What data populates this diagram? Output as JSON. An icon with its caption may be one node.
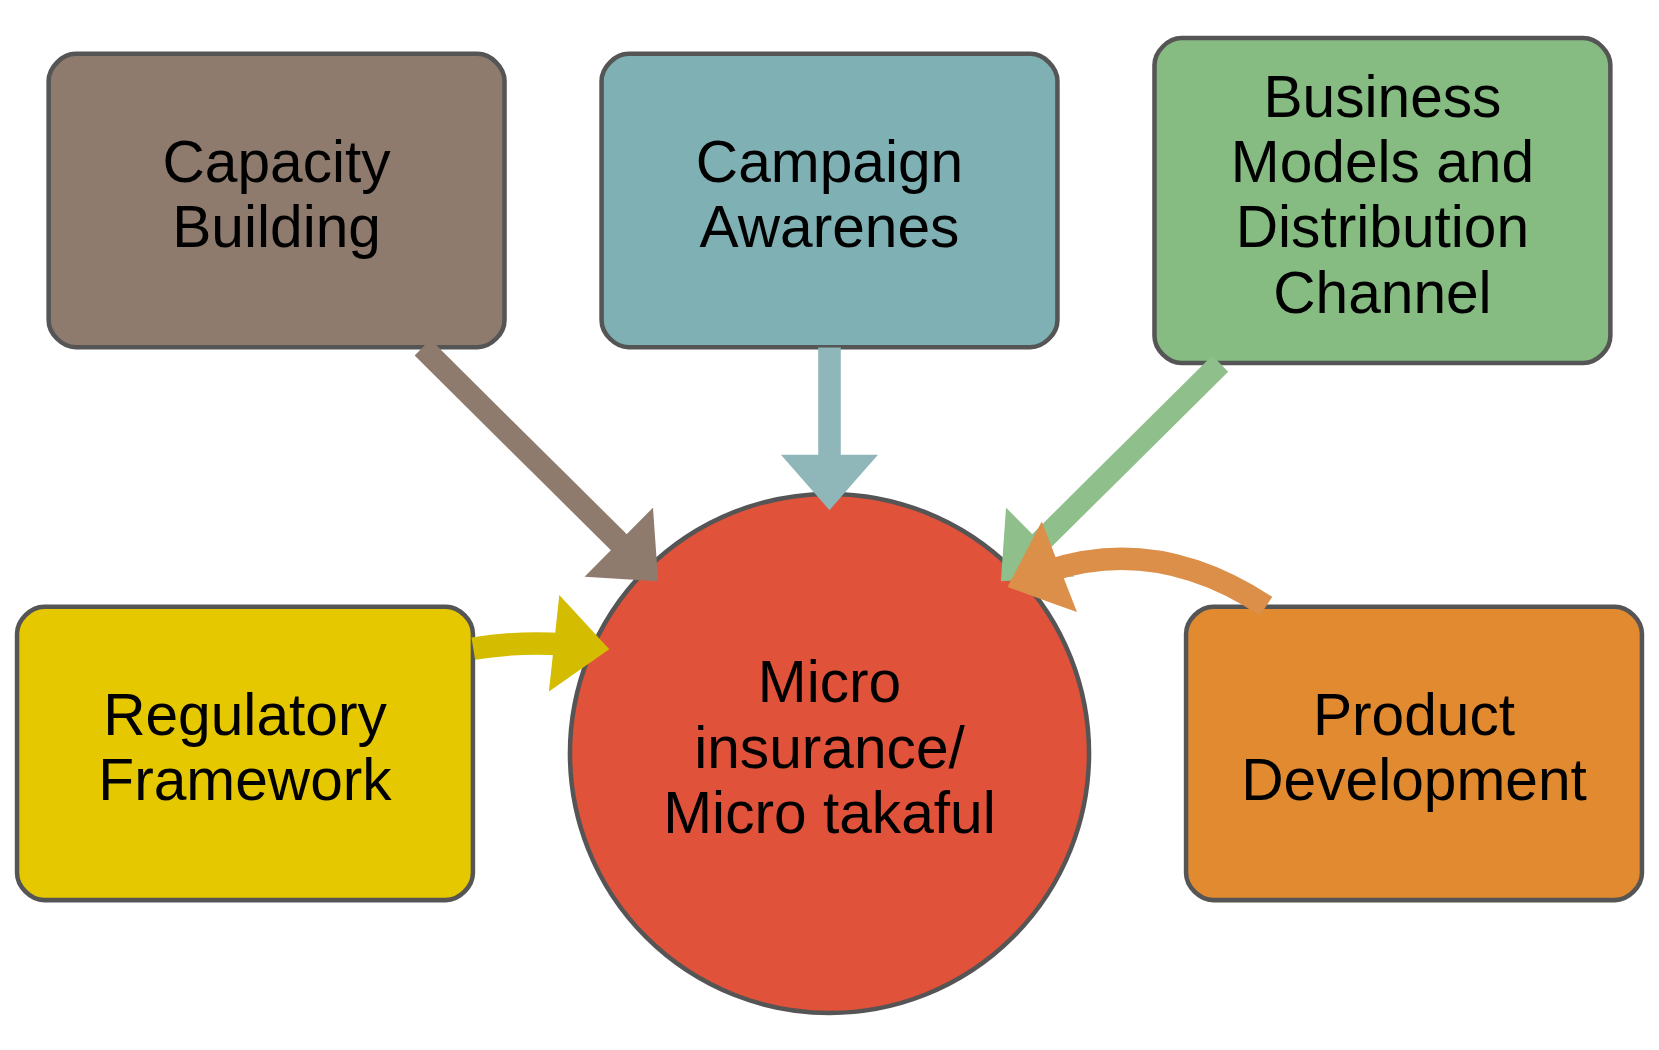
{
  "diagram": {
    "nodes": [
      {
        "text": [
          "Capacity Building"
        ]
      },
      {
        "text": [
          "Campaign Awarenes"
        ]
      },
      {
        "text": [
          "Business Models and Distribution Channel"
        ]
      },
      {
        "text": [
          "Regulatory Framework"
        ]
      },
      {
        "text": [
          "Micro insurance/ Micro takaful"
        ]
      },
      {
        "text": [
          "Product Development"
        ]
      }
    ],
    "edges": [
      {
        "from": 0,
        "to": 4,
        "arrow": "to",
        "color": "#8e7b6e"
      },
      {
        "from": 1,
        "to": 4,
        "arrow": "to",
        "color": "#8fb6b8"
      },
      {
        "from": 2,
        "to": 4,
        "arrow": "to",
        "color": "#8fbf8a"
      },
      {
        "from": 3,
        "to": 4,
        "arrow": "to",
        "color": "#d4bc00"
      },
      {
        "from": 5,
        "to": 4,
        "arrow": "to",
        "color": "#dc8f48"
      }
    ]
  }
}
